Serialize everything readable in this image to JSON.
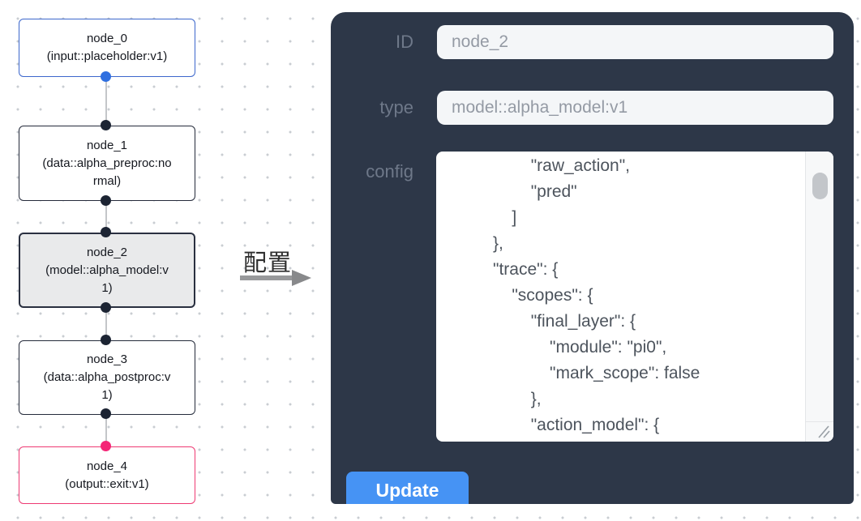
{
  "canvas": {
    "nodes": [
      {
        "id": "node_0",
        "type_label": "(input::placeholder:v1)"
      },
      {
        "id": "node_1",
        "type_label": "(data::alpha_preproc:normal)"
      },
      {
        "id": "node_2",
        "type_label": "(model::alpha_model:v1)"
      },
      {
        "id": "node_3",
        "type_label": "(data::alpha_postproc:v1)"
      },
      {
        "id": "node_4",
        "type_label": "(output::exit:v1)"
      }
    ]
  },
  "transition": {
    "label": "配置"
  },
  "panel": {
    "id_field": {
      "label": "ID",
      "value": "node_2"
    },
    "type_field": {
      "label": "type",
      "value": "model::alpha_model:v1"
    },
    "config_field": {
      "label": "config",
      "lines": [
        "                    \"raw_action\",",
        "                    \"pred\"",
        "                ]",
        "            },",
        "            \"trace\": {",
        "                \"scopes\": {",
        "                    \"final_layer\": {",
        "                        \"module\": \"pi0\",",
        "                        \"mark_scope\": false",
        "                    },",
        "                    \"action_model\": {"
      ]
    },
    "update_button": "Update"
  },
  "colors": {
    "panel_bg": "#2d3748",
    "button_blue": "#4693f4",
    "input_node_border_blue": "#3c67cc",
    "output_node_border_pink": "#ee3a73",
    "input_port_blue": "#2f6fe0",
    "output_port_pink": "#f42576",
    "selected_node_bg": "#e9eaeb"
  }
}
